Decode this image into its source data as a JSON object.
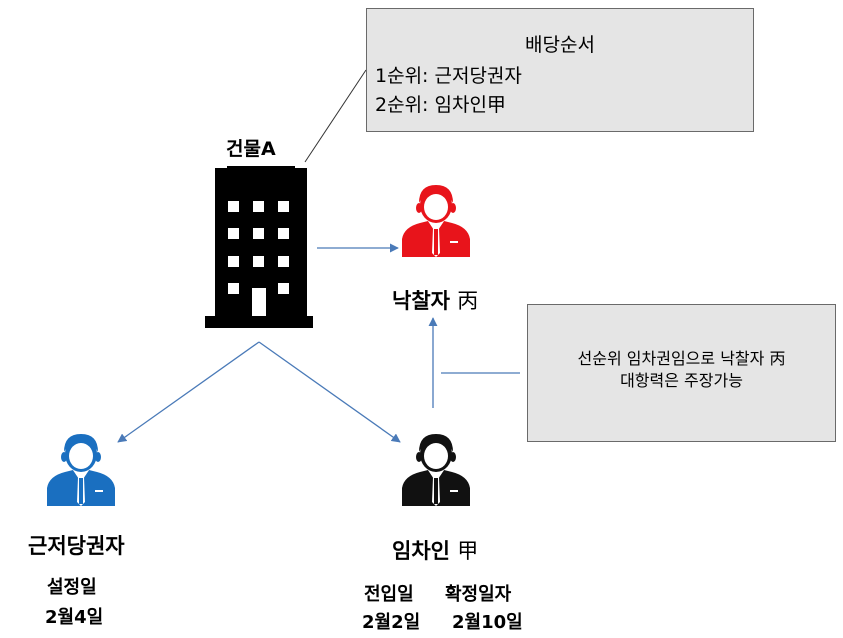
{
  "building": {
    "label": "건물A"
  },
  "auction_order_box": {
    "title": "배당순서",
    "line1": "1순위: 근저당권자",
    "line2": "2순위: 임차인甲"
  },
  "buyer": {
    "name": "낙찰자",
    "suffix": "丙",
    "color": "#e8141b"
  },
  "mortgagee": {
    "name": "근저당권자",
    "date_label": "설정일",
    "date": "2월4일",
    "color": "#1a6fc0"
  },
  "tenant": {
    "name": "임차인",
    "suffix": "甲",
    "color": "#111111",
    "move_in_label": "전입일",
    "move_in_date": "2월2일",
    "fixed_date_label": "확정일자",
    "fixed_date": "2월10일"
  },
  "note_box": {
    "line1": "선순위 임차권임으로 낙찰자 丙",
    "line2": "대항력은 주장가능"
  },
  "colors": {
    "arrow": "#4a7ab8",
    "box_fill": "#e5e5e5",
    "box_border": "#6a6a6a"
  }
}
